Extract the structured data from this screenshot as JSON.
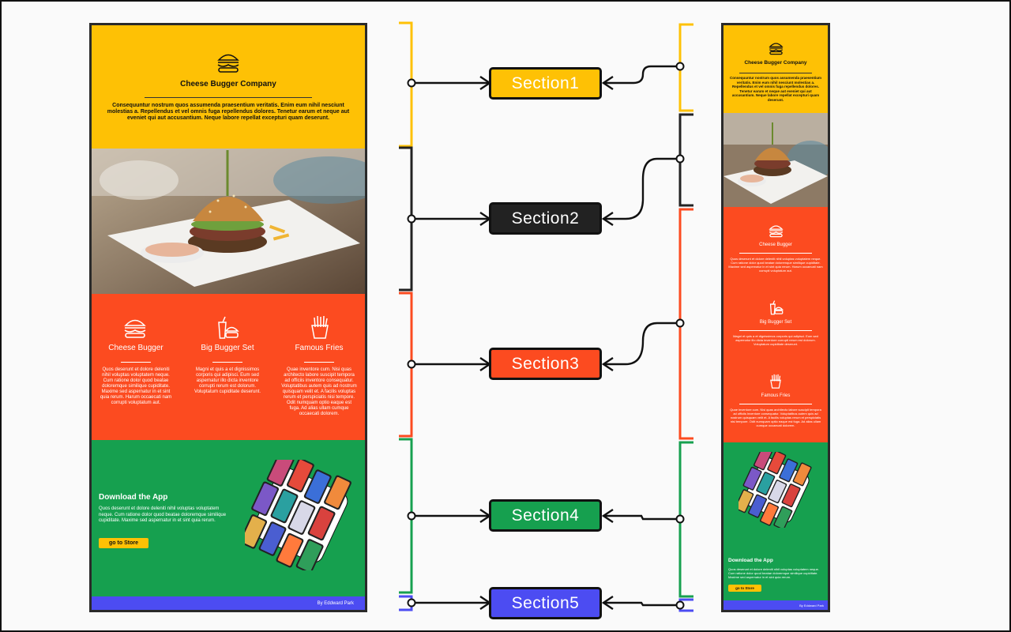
{
  "desktop": {
    "s1": {
      "title": "Cheese Bugger Company",
      "body": "Consequuntur nostrum quos assumenda praesentium veritatis. Enim eum nihil nesciunt molestias a. Repellendus et vel omnis fuga repellendus dolores. Tenetur earum et neque aut eveniet qui aut accusantium. Neque labore repellat excepturi quam deserunt."
    },
    "s3": {
      "items": [
        {
          "title": "Cheese Bugger",
          "body": "Quos deserunt et dolore deleniti nihil voluptas voluptatem neque. Cum ratione dolor quod beatae doloremque similique cupiditate. Maxime sed aspernatur in et sint quia rerum. Harum occaecati nam corrupti voluptatum aut."
        },
        {
          "title": "Big Bugger Set",
          "body": "Magni et quis a et dignissimos corporis qui adipisci. Eum sed aspernatur illo dicta inventore corrupti rerum est dolorum. Voluptatum cupiditate deserunt."
        },
        {
          "title": "Famous Fries",
          "body": "Quae inventore cum. Nisi quas architecto labore suscipit tempora ad officiis inventore consequatur. Voluptatibus autem quis ad nostrum quisquam velit et. A facilis voluptas rerum et perspiciatis nisi tempore. Odit numquam optio eaque est fuga. Ad alias ullam cumque occaecati dolorem."
        }
      ]
    },
    "s4": {
      "title": "Download the App",
      "body": "Quos deserunt et dolore deleniti nihil voluptas voluptatem neque. Cum ratione dolor quod beatae doloremque similique cupiditate. Maxime sed aspernatur in et sint quia rerum.",
      "button": "go to Store"
    },
    "s5": {
      "credit": "By Eddward Park"
    }
  },
  "mobile": {
    "s1": {
      "title": "Cheese Bugger Company",
      "body": "Consequuntur nostrum quos assumenda praesentium veritatis. Enim eum nihil nesciunt molestias a. Repellendus et vel omnis fuga repellendus dolores. Tenetur earum et neque aut eveniet qui aut accusantium. Neque labore repellat excepturi quam deserunt."
    },
    "s3": {
      "items": [
        {
          "title": "Cheese Bugger",
          "body": "Quos deserunt et dolore deleniti nihil voluptas voluptatem neque. Cum ratione dolor quod beatae doloremque similique cupiditate. Maxime sed aspernatur in et sint quia rerum. Harum occaecati nam corrupti voluptatum aut."
        },
        {
          "title": "Big Bugger Set",
          "body": "Magni et quis a et dignissimos corporis qui adipisci. Eum sed aspernatur illo dicta inventore corrupti rerum est dolorum. Voluptatum cupiditate deserunt."
        },
        {
          "title": "Famous Fries",
          "body": "Quae inventore cum. Nisi quas architecto labore suscipit tempora ad officiis inventore consequatur. Voluptatibus autem quis ad nostrum quisquam velit et. A facilis voluptas rerum et perspiciatis nisi tempore. Odit numquam optio eaque est fuga. Ad alias ullam cumque occaecati dolorem."
        }
      ]
    },
    "s4": {
      "title": "Download the App",
      "body": "Quos deserunt et dolore deleniti nihil voluptas voluptatem neque. Cum ratione dolor quod beatae doloremque similique cupiditate. Maxime sed aspernatur in et sint quia rerum.",
      "button": "go to Store"
    },
    "s5": {
      "credit": "By Eddward Park"
    }
  },
  "labels": [
    {
      "text": "Section1",
      "color": "#fec105"
    },
    {
      "text": "Section2",
      "color": "#222222"
    },
    {
      "text": "Section3",
      "color": "#fc4b20"
    },
    {
      "text": "Section4",
      "color": "#16a04f"
    },
    {
      "text": "Section5",
      "color": "#4c4cf2"
    }
  ],
  "icons": [
    "burger-icon",
    "burger-icon",
    "burger-drink-icon",
    "fries-icon",
    "phones-collage"
  ],
  "colors": {
    "yellow": "#fec105",
    "dark": "#222222",
    "orange": "#fc4b20",
    "green": "#16a04f",
    "blue": "#4c4cf2"
  }
}
